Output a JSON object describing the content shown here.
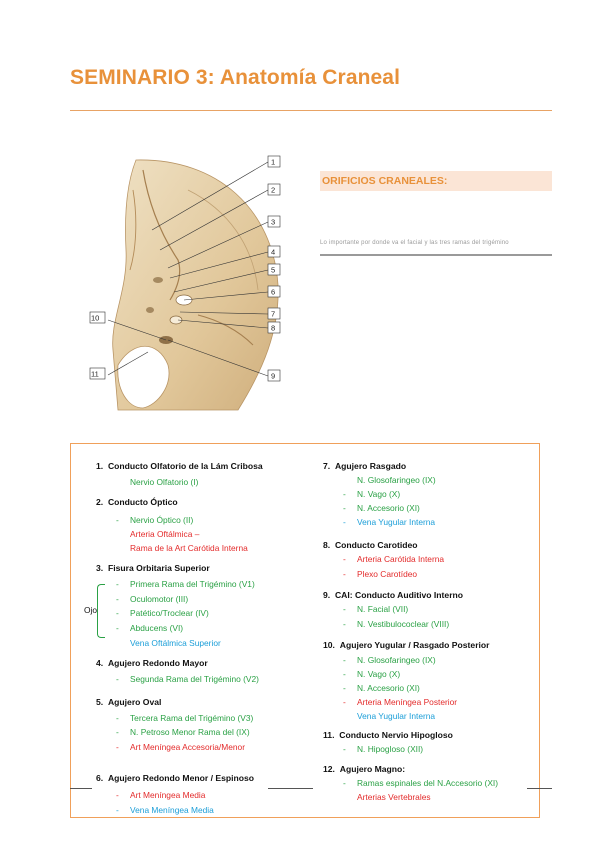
{
  "title": "SEMINARIO 3: Anatomía Craneal",
  "orificios_header": "ORIFICIOS CRANEALES:",
  "note": "Lo importante por donde va el facial y las tres ramas del trigémino",
  "figure_labels": [
    "1",
    "2",
    "3",
    "4",
    "5",
    "6",
    "7",
    "8",
    "9",
    "10",
    "11"
  ],
  "ojo_label": "Ojo",
  "left_column": [
    {
      "num": "1.",
      "title": "Conducto Olfatorio de la Lám Cribosa",
      "items": [
        {
          "text": "Nervio Olfatorio (I)",
          "color": "green",
          "dash": false
        }
      ]
    },
    {
      "num": "2.",
      "title": "Conducto Óptico",
      "items": [
        {
          "text": "Nervio Óptico (II)",
          "color": "green",
          "dash": true
        },
        {
          "text": "Arteria Oftálmica –",
          "color": "red",
          "dash": false
        },
        {
          "text": "Rama de la Art Carótida Interna",
          "color": "red",
          "dash": false
        }
      ]
    },
    {
      "num": "3.",
      "title": "Fisura Orbitaria Superior",
      "items": [
        {
          "text": "Primera Rama del Trigémino (V1)",
          "color": "green",
          "dash": true
        },
        {
          "text": "Oculomotor (III)",
          "color": "green",
          "dash": true
        },
        {
          "text": "Patético/Troclear (IV)",
          "color": "green",
          "dash": true
        },
        {
          "text": "Abducens (VI)",
          "color": "green",
          "dash": true
        },
        {
          "text": "Vena Oftálmica Superior",
          "color": "blue",
          "dash": false
        }
      ]
    },
    {
      "num": "4.",
      "title": "Agujero Redondo Mayor",
      "items": [
        {
          "text": "Segunda Rama del Trigémino (V2)",
          "color": "green",
          "dash": true
        }
      ]
    },
    {
      "num": "5.",
      "title": "Agujero Oval",
      "items": [
        {
          "text": "Tercera Rama del Trigémino (V3)",
          "color": "green",
          "dash": true
        },
        {
          "text": "N. Petroso Menor   Rama del (IX)",
          "color": "green",
          "dash": true
        },
        {
          "text": "Art Meníngea Accesoria/Menor",
          "color": "red",
          "dash": true
        }
      ]
    },
    {
      "num": "6.",
      "title": "Agujero Redondo Menor / Espinoso",
      "items": [
        {
          "text": "Art Meníngea Media",
          "color": "red",
          "dash": true
        },
        {
          "text": "Vena Meníngea Media",
          "color": "blue",
          "dash": true
        }
      ]
    }
  ],
  "right_column": [
    {
      "num": "7.",
      "title": "Agujero Rasgado",
      "items": [
        {
          "text": "N. Glosofaringeo (IX)",
          "color": "green",
          "dash": false
        },
        {
          "text": "N. Vago (X)",
          "color": "green",
          "dash": true
        },
        {
          "text": "N. Accesorio (XI)",
          "color": "green",
          "dash": true
        },
        {
          "text": "Vena Yugular Interna",
          "color": "blue",
          "dash": true
        }
      ]
    },
    {
      "num": "8.",
      "title": "Conducto Carotideo",
      "items": [
        {
          "text": "Arteria Carótida Interna",
          "color": "red",
          "dash": true
        },
        {
          "text": "Plexo Carotídeo",
          "color": "red",
          "dash": true
        }
      ]
    },
    {
      "num": "9.",
      "title": "CAI: Conducto Auditivo Interno",
      "items": [
        {
          "text": "N. Facial (VII)",
          "color": "green",
          "dash": true
        },
        {
          "text": "N. Vestibulococlear (VIII)",
          "color": "green",
          "dash": true
        }
      ]
    },
    {
      "num": "10.",
      "title": "Agujero Yugular / Rasgado Posterior",
      "items": [
        {
          "text": "N. Glosofaringeo (IX)",
          "color": "green",
          "dash": true
        },
        {
          "text": "N. Vago (X)",
          "color": "green",
          "dash": true
        },
        {
          "text": "N. Accesorio (XI)",
          "color": "green",
          "dash": true
        },
        {
          "text": "Arteria Meníngea Posterior",
          "color": "red",
          "dash": true
        },
        {
          "text": "Vena Yugular Interna",
          "color": "blue",
          "dash": false
        }
      ]
    },
    {
      "num": "11.",
      "title": "Conducto Nervio Hipogloso",
      "items": [
        {
          "text": "N. Hipogloso (XII)",
          "color": "green",
          "dash": true
        }
      ]
    },
    {
      "num": "12.",
      "title": "Agujero Magno:",
      "items": [
        {
          "text": "Ramas espinales del N.Accesorio (XI)",
          "color": "green",
          "dash": true
        },
        {
          "text": "Arterias Vertebrales",
          "color": "red",
          "dash": false
        }
      ]
    }
  ]
}
